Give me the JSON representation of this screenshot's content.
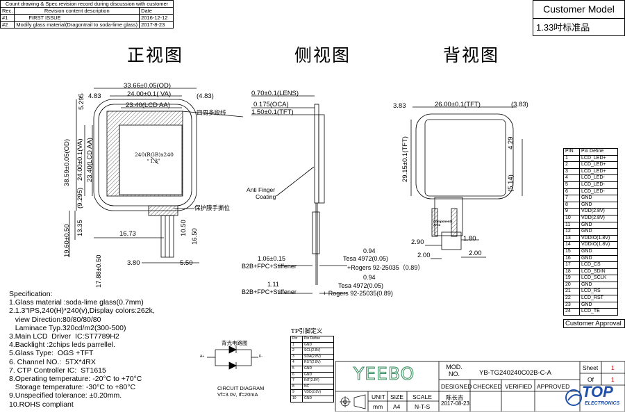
{
  "revision_table": {
    "heading": "Count drawing & Spec.revision record during discussion with customer",
    "col_rec": "Rec.",
    "col_content": "Revision content description",
    "col_date": "Date",
    "rows": [
      {
        "rec": "#1",
        "content": "FIRST ISSUE",
        "date": "2016-12-12"
      },
      {
        "rec": "#2",
        "content": "Modify glass material(Dragontrail to soda-lime glass)",
        "date": "2017-8-23"
      }
    ]
  },
  "customer_model": {
    "label": "Customer Model",
    "value": "1.33吋标准品"
  },
  "view_titles": {
    "front": "正视图",
    "side": "侧视图",
    "back": "背视图"
  },
  "front_view": {
    "dims": {
      "od_w": "33.66±0.05(OD)",
      "va_w": "24.00±0.1( VA)",
      "lcd_w": "23.40(LCD AA)",
      "left_margin": "4.83",
      "right_margin": "(4.83)",
      "top_margin": "5.295",
      "od_h": "38.59±0.05(OD)",
      "va_h": "24.00±0.1(VA)",
      "lcd_h": "23.40(LCD AA)",
      "bottom_margin": "(9.295)",
      "fpc_offset": "16.73",
      "fpc_gap": "13.35",
      "fpc_total": "19.60±0.50",
      "fpc_w1": "3.80",
      "fpc_w2": "5.50",
      "tail_total": "17.88±0.50",
      "tail_a": "10.50",
      "tail_b": "16.50"
    },
    "note_edge": "四周多段线",
    "note_film": "保护膜手撕位",
    "display_res": "240(RGB)x240",
    "display_size": "1.3\""
  },
  "side_view": {
    "lens": "0.70±0.1(LENS)",
    "oca": "0.175(OCA)",
    "tft": "1.50±0.1(TFT)",
    "anti_finger_1": "Anti Finger",
    "anti_finger_2": "Coating",
    "s1_dim": "1.06±0.15",
    "s1_label": "B2B+FPC+Stiffener",
    "s1_top": "0.94",
    "s1_tesa": "Tesa 4972(0.05)",
    "s1_rogers": "+Rogers 92-25035（0.89）",
    "s2_dim": "1.11",
    "s2_label": "B2B+FPC+Stiffener",
    "s2_top": "0.94",
    "s2_tesa": "Tesa 4972(0.05)",
    "s2_rogers": "+ Rogers 92-25035(0.89)"
  },
  "back_view": {
    "tft_w": "26.00±0.1(TFT)",
    "left": "3.83",
    "right": "(3.83)",
    "tft_h": "29.15±0.1(TFT)",
    "top_off": "4.29",
    "bot_off": "(5.14)",
    "fpc_a": "2.90",
    "fpc_b": "1.80",
    "fpc_c": "2.00",
    "fpc_d": "2.00",
    "stiff_label": "Components Area"
  },
  "pin_table": {
    "header": [
      "PIN",
      "Pin Define"
    ],
    "rows": [
      [
        "1",
        "LCD_LED+"
      ],
      [
        "2",
        "LCD_LED+"
      ],
      [
        "3",
        "LCD_LED+"
      ],
      [
        "4",
        "LCD_LED-"
      ],
      [
        "5",
        "LCD_LED-"
      ],
      [
        "6",
        "LCD_LED-"
      ],
      [
        "7",
        "GND"
      ],
      [
        "8",
        "GND"
      ],
      [
        "9",
        "VDD(2.8V)"
      ],
      [
        "10",
        "VDD(2.8V)"
      ],
      [
        "11",
        "GND"
      ],
      [
        "12",
        "GND"
      ],
      [
        "13",
        "VDDIO(1.8V)"
      ],
      [
        "14",
        "VDDIO(1.8V)"
      ],
      [
        "15",
        "GND"
      ],
      [
        "16",
        "GND"
      ],
      [
        "17",
        "LCD_CS"
      ],
      [
        "18",
        "LCD_SDIN"
      ],
      [
        "19",
        "LCD_SCLK"
      ],
      [
        "20",
        "GND"
      ],
      [
        "21",
        "LCD_RS"
      ],
      [
        "22",
        "LCD_RST"
      ],
      [
        "23",
        "GND"
      ],
      [
        "24",
        "LCD_TE"
      ]
    ],
    "approval": "Customer Approval"
  },
  "specification": {
    "title": "Specification:",
    "lines": [
      "1.Glass material :soda-lime glass(0.7mm)",
      "2.1.3\"IPS,240(H)*240(v),Display colors:262k,",
      "   view Direction:80/80/80/80",
      "   Laminace Typ.320cd/m2(300-500)",
      "3.Main LCD  Driver  IC:ST7789H2",
      "4.Backlight :2chips leds parrellel.",
      "5.Glass Type:  OGS +TFT",
      "6. Channel NO.:  5TX*4RX",
      "7. CTP Controller IC:  ST1615",
      "8.Operating temperature: -20°C to +70°C",
      "   Storage temperature: -30°C to +80°C",
      "9.Unspecified tolerance: ±0.20mm.",
      "10.ROHS compliant"
    ]
  },
  "circuit": {
    "title": "背光电路图",
    "label1": "CIRCUIT DIAGRAM",
    "label2": "Vf=3.0V, If=20mA",
    "a_label": "A+",
    "k_label": "K-"
  },
  "tp_table": {
    "title": "TP引脚定义",
    "header": [
      "Pin",
      "Pin Define"
    ],
    "rows": [
      [
        "1",
        "GND"
      ],
      [
        "2",
        "SCL(2.8V)"
      ],
      [
        "3",
        "SDA(2.8V)"
      ],
      [
        "4",
        "RST(2.8V)"
      ],
      [
        "5",
        "GND"
      ],
      [
        "6",
        "GND"
      ],
      [
        "7",
        "INT(2.8V)"
      ],
      [
        "8",
        "NC"
      ],
      [
        "9",
        "VDD(2.8V)"
      ],
      [
        "10",
        "GND"
      ]
    ]
  },
  "title_block": {
    "logo": "YEEBO",
    "mod_label": "MOD. NO.",
    "mod_value": "YB-TG240240C02B-C-A",
    "sheet_label": "Sheet",
    "sheet_value": "1",
    "of_label": "Of",
    "of_value": "1",
    "unit_label": "UNIT",
    "unit_value": "mm",
    "size_label": "SIZE",
    "size_value": "A4",
    "scale_label": "SCALE",
    "scale_value": "N-T-S",
    "designed": "DESIGNED",
    "checked": "CHECKED",
    "verified": "VERIFIED",
    "approved": "APPROVED",
    "designer": "陈长吉",
    "design_date": "2017-08-23"
  },
  "watermark": {
    "brand": "TOP",
    "sub": "ELECTRONICS"
  },
  "colors": {
    "line": "#000000",
    "logo": "#2e8b57",
    "accent_red": "#cc0000",
    "watermark": "#1f4fa8"
  }
}
